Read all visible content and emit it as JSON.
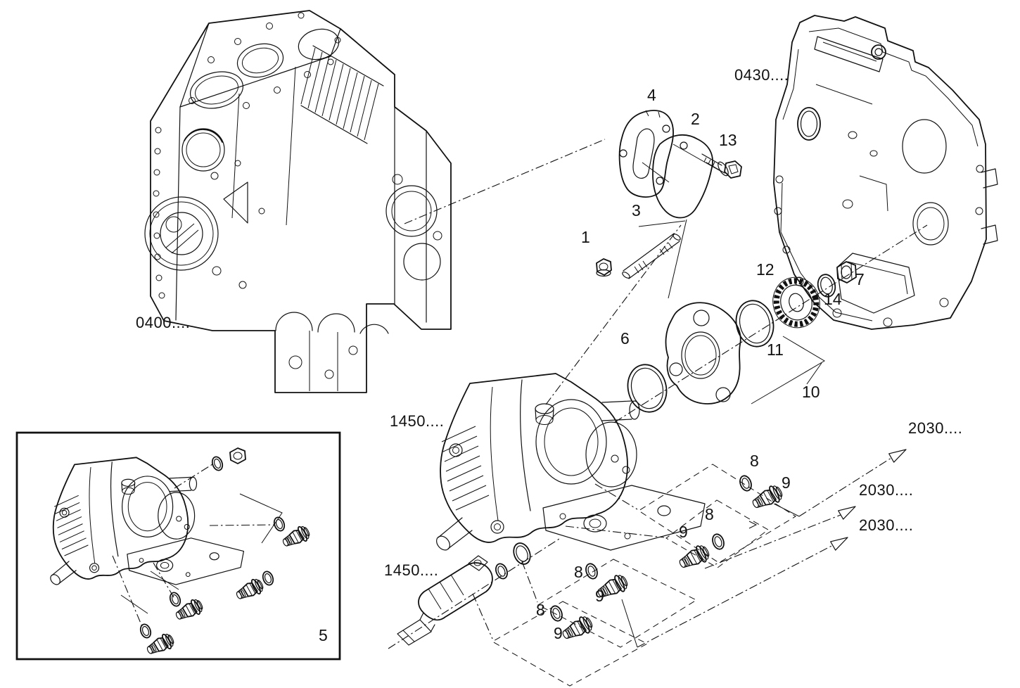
{
  "figure": {
    "kind": "exploded-parts-diagram",
    "background": "#ffffff",
    "ink": "#111111"
  },
  "labels": {
    "ref_engine_block": "0400....",
    "ref_timing_case": "0430....",
    "ref_pump": "1450....",
    "ref_regulator": "1450....",
    "ref_kit_top": "2030....",
    "ref_kit_mid": "2030....",
    "ref_kit_bottom": "2030....",
    "item_1": "1",
    "item_2": "2",
    "item_3": "3",
    "item_4": "4",
    "item_5": "5",
    "item_6": "6",
    "item_7": "7",
    "item_8_a": "8",
    "item_8_b": "8",
    "item_8_c": "8",
    "item_8_d": "8",
    "item_9_a": "9",
    "item_9_b": "9",
    "item_9_c": "9",
    "item_9_d": "9",
    "item_10": "10",
    "item_11": "11",
    "item_12": "12",
    "item_13": "13",
    "item_14": "14"
  }
}
